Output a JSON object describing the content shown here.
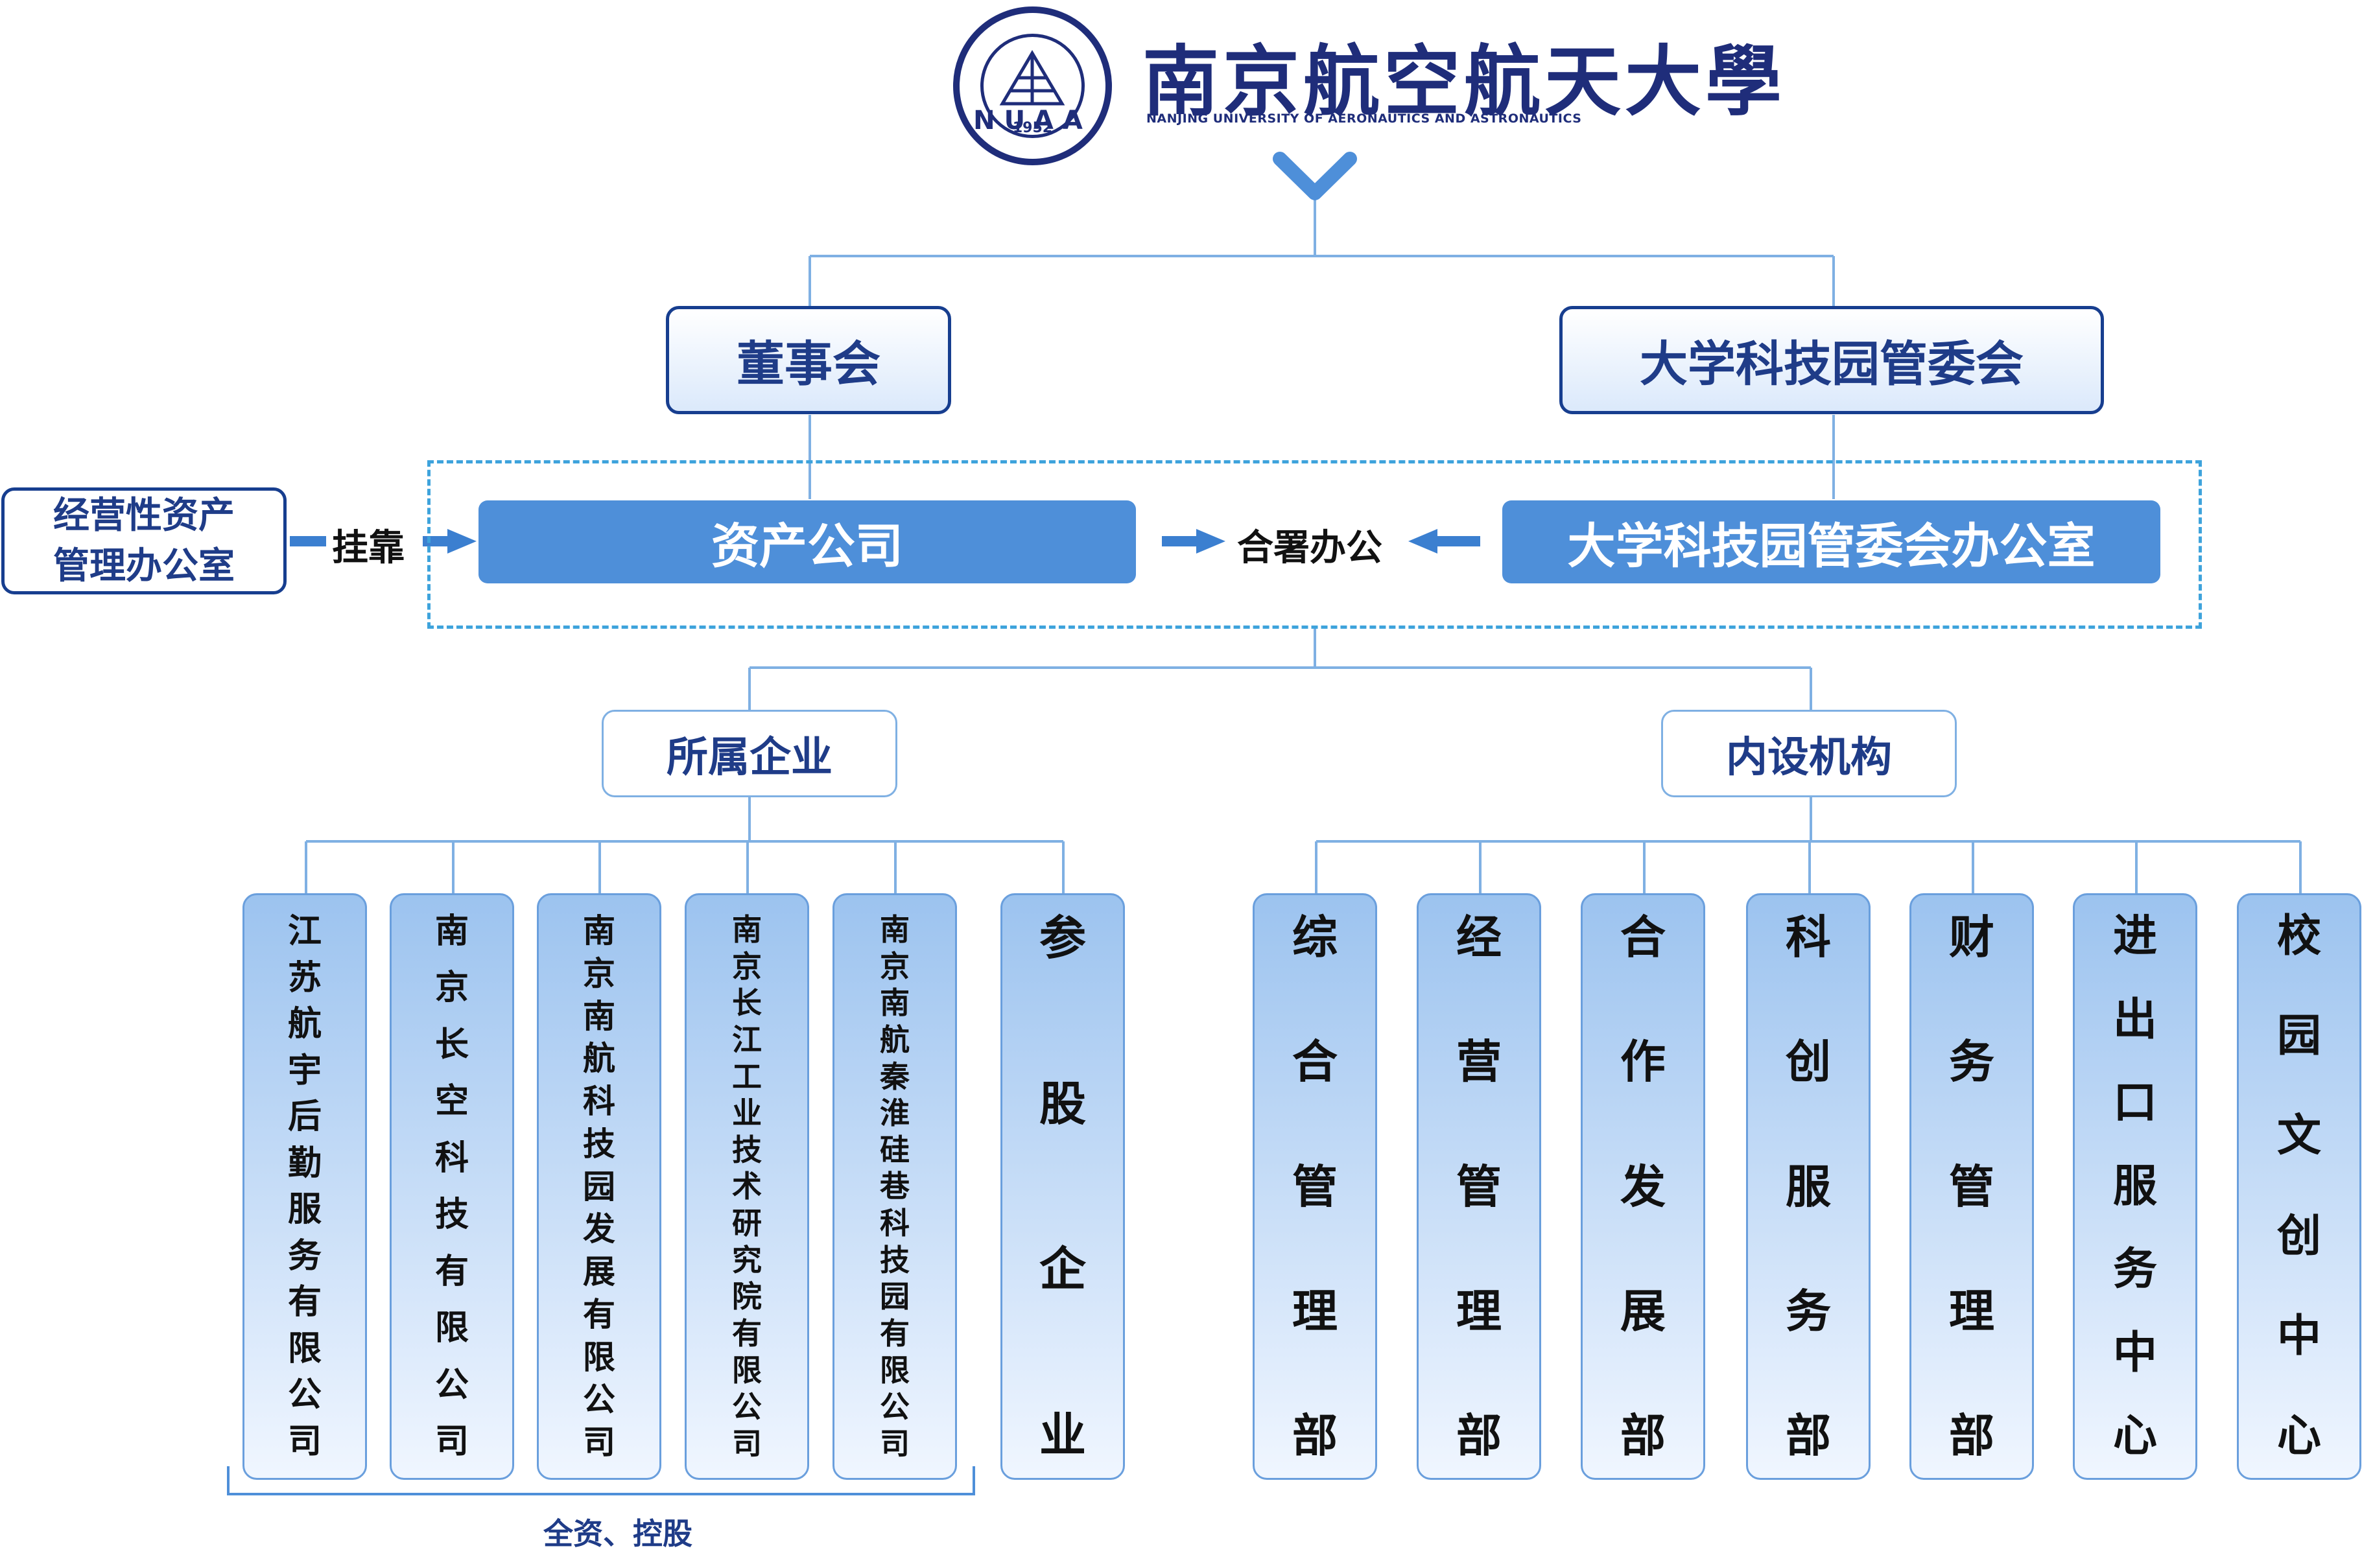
{
  "header": {
    "logo_text": "NUAA",
    "logo_year": "1952",
    "university_cn": "南京航空航天大學",
    "university_en": "NANJING UNIVERSITY OF AERONAUTICS AND ASTRONAUTICS"
  },
  "top_nodes": {
    "board": "董事会",
    "park_committee": "大学科技园管委会"
  },
  "middle_row": {
    "asset_office": [
      "经营性资产",
      "管理办公室"
    ],
    "affiliated_label": "挂靠",
    "asset_company": "资产公司",
    "joint_label": "合署办公",
    "park_office": "大学科技园管委会办公室"
  },
  "categories": {
    "enterprises": "所属企业",
    "departments": "内设机构"
  },
  "enterprises": [
    "江苏航宇后勤服务有限公司",
    "南京长空科技有限公司",
    "南京南航科技园发展有限公司",
    "南京长江工业技术研究院有限公司",
    "南京南航秦淮硅巷科技园有限公司",
    "参股企业"
  ],
  "departments": [
    "综合管理部",
    "经营管理部",
    "合作发展部",
    "科创服务部",
    "财务管理部",
    "进出口服务中心",
    "校园文创中心"
  ],
  "bracket_label": "全资、控股",
  "colors": {
    "navy": "#173e8f",
    "text_blue": "#1f3c88",
    "solid_blue": "#4e8fd9",
    "line_blue": "#7fb0e3",
    "dash_blue": "#3ea3dc",
    "arrow_blue": "#3b7fd0"
  }
}
